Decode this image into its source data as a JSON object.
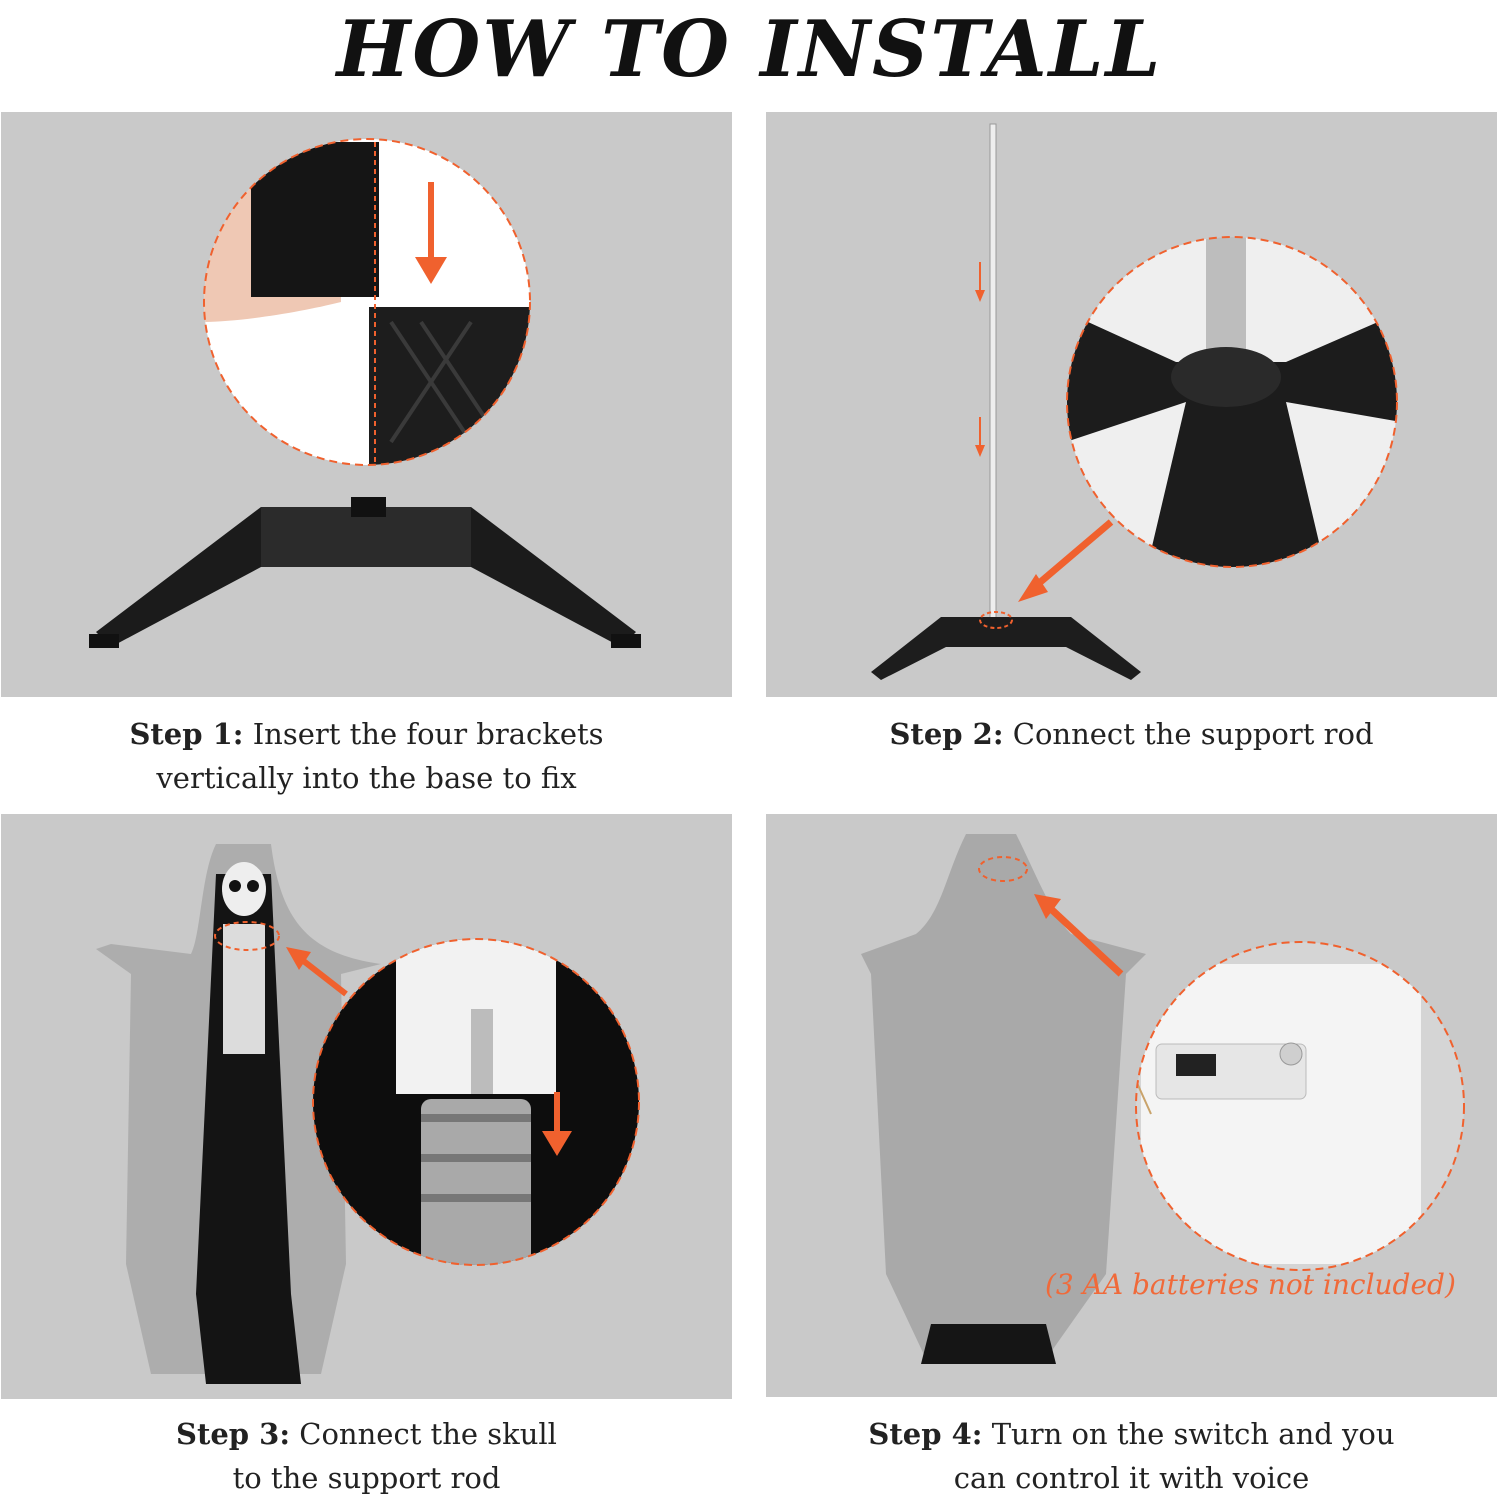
{
  "title": "HOW TO INSTALL",
  "accent_color": "#f0612e",
  "panel_color": "#c9c9c9",
  "steps": [
    {
      "label": "Step 1:",
      "line1": "Insert the four brackets",
      "line2": "vertically into the base to fix"
    },
    {
      "label": "Step 2:",
      "line1": "Connect the support rod",
      "line2": ""
    },
    {
      "label": "Step 3:",
      "line1": "Connect the skull",
      "line2": "to the support rod"
    },
    {
      "label": "Step 4:",
      "line1": "Turn on the switch and you",
      "line2": "can control it with voice"
    }
  ],
  "battery_note": "(3 AA batteries not included)"
}
